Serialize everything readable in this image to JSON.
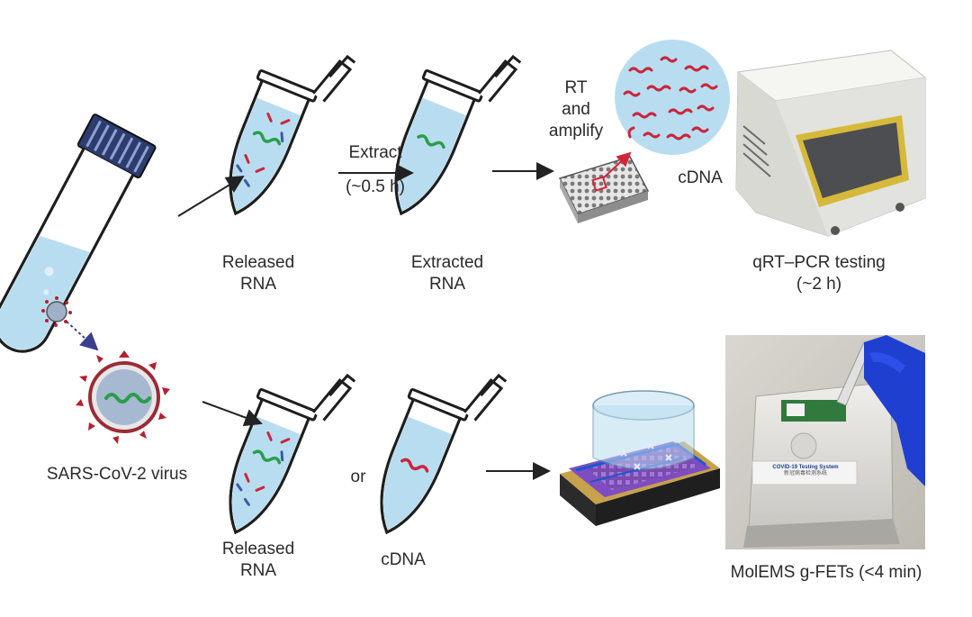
{
  "labels": {
    "released_rna_top": [
      "Released",
      "RNA"
    ],
    "extracted_rna": [
      "Extracted",
      "RNA"
    ],
    "extract_step": [
      "Extract",
      "(~0.5 h)"
    ],
    "rt_amplify": [
      "RT",
      "and",
      "amplify"
    ],
    "cdna_top": "cDNA",
    "qrt_pcr": [
      "qRT–PCR testing",
      "(~2 h)"
    ],
    "virus": "SARS-CoV-2 virus",
    "or": "or",
    "released_rna_bottom": [
      "Released",
      "RNA"
    ],
    "cdna_bottom": "cDNA",
    "device": "MolEMS g-FETs (<4 min)",
    "device_sticker": [
      "COVID-19 Testing System",
      "新冠病毒检测系统"
    ]
  },
  "colors": {
    "tube_liquid": "#b9ddf0",
    "tube_outline": "#1e1e1e",
    "rna_green": "#2a9d4a",
    "rna_red": "#c8273b",
    "virus_spike": "#b3202e",
    "cap_blue": "#2c3c6e"
  }
}
